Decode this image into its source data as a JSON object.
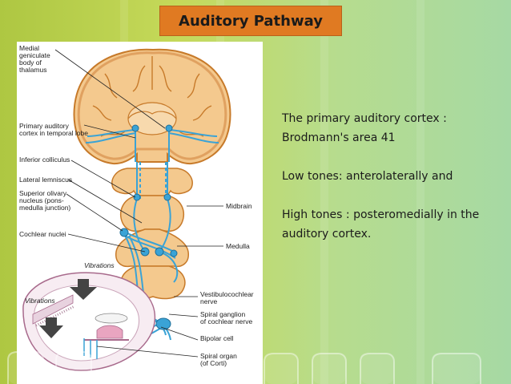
{
  "slide": {
    "title": "Auditory Pathway",
    "text_lines": [
      "The primary auditory cortex :",
      "Brodmann's area 41",
      "Low tones: anterolaterally and",
      "High tones : posteromedially in the",
      "auditory cortex."
    ]
  },
  "diagram": {
    "labels": {
      "medial_geniculate": [
        "Medial",
        "geniculate",
        "body of",
        "thalamus"
      ],
      "primary_auditory_cortex": [
        "Primary auditory",
        "cortex in temporal lobe"
      ],
      "inferior_colliculus": "Inferior colliculus",
      "lateral_lemniscus": "Lateral lemniscus",
      "superior_olivary": [
        "Superior olivary",
        "nucleus (pons-",
        "medulla junction)"
      ],
      "cochlear_nuclei": "Cochlear nuclei",
      "vibrations_top": "Vibrations",
      "vibrations_bottom": "Vibrations",
      "midbrain": "Midbrain",
      "medulla": "Medulla",
      "vestibulocochlear": [
        "Vestibulocochlear",
        "nerve"
      ],
      "spiral_ganglion": [
        "Spiral ganglion",
        "of cochlear nerve"
      ],
      "bipolar_cell": "Bipolar cell",
      "spiral_organ": [
        "Spiral organ",
        "(of Corti)"
      ]
    }
  },
  "colors": {
    "title_bg": "#e07a22",
    "pathway": "#3aa3d6",
    "brain_tissue": "#f4c98e",
    "brain_outline": "#c77a2a",
    "text": "#1b1b1b"
  }
}
